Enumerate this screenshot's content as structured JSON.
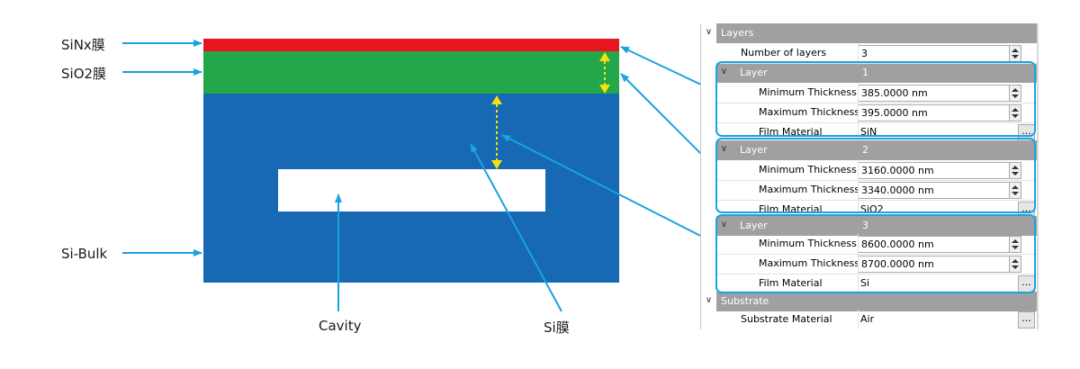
{
  "diagram": {
    "labels": {
      "sinx": "SiNx膜",
      "sio2": "SiO2膜",
      "si_bulk": "Si-Bulk",
      "cavity": "Cavity",
      "si_film": "Si膜"
    },
    "colors": {
      "sinx": "#e8151f",
      "sio2": "#24a64b",
      "si": "#1769b4",
      "cavity": "#ffffff",
      "arrow": "#1aa3e0",
      "dimension": "#f5e20a"
    }
  },
  "property_grid": {
    "layers_category": "Layers",
    "number_of_layers_label": "Number of layers",
    "number_of_layers_value": "3",
    "layers": [
      {
        "header": "Layer",
        "index": "1",
        "min_label": "Minimum Thickness",
        "min_value": "385.0000 nm",
        "max_label": "Maximum Thickness",
        "max_value": "395.0000 nm",
        "mat_label": "Film Material",
        "mat_value": "SiN"
      },
      {
        "header": "Layer",
        "index": "2",
        "min_label": "Minimum Thickness",
        "min_value": "3160.0000 nm",
        "max_label": "Maximum Thickness",
        "max_value": "3340.0000 nm",
        "mat_label": "Film Material",
        "mat_value": "SiO2"
      },
      {
        "header": "Layer",
        "index": "3",
        "min_label": "Minimum Thickness",
        "min_value": "8600.0000 nm",
        "max_label": "Maximum Thickness",
        "max_value": "8700.0000 nm",
        "mat_label": "Film Material",
        "mat_value": "Si"
      }
    ],
    "substrate_category": "Substrate",
    "substrate_label": "Substrate Material",
    "substrate_value": "Air",
    "browse_button": "...",
    "expand_glyph": "∨",
    "highlight_color": "#1aa3e0"
  }
}
